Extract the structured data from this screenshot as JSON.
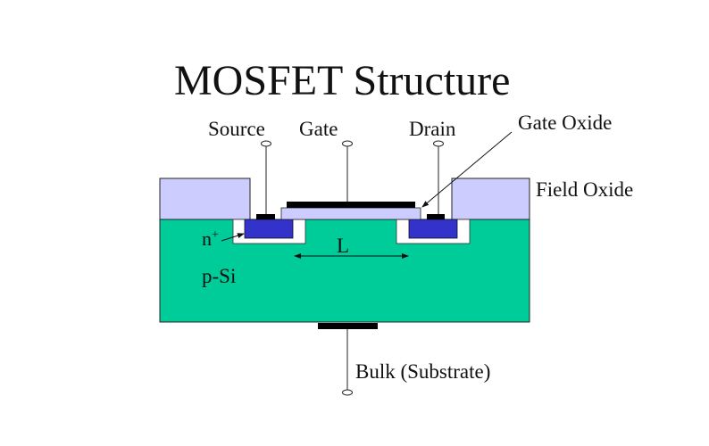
{
  "title": "MOSFET Structure",
  "labels": {
    "source": "Source",
    "gate": "Gate",
    "drain": "Drain",
    "gate_oxide": "Gate Oxide",
    "field_oxide": "Field Oxide",
    "n_plus": "n",
    "n_plus_sup": "+",
    "channel_length": "L",
    "substrate_type": "p-Si",
    "bulk": "Bulk (Substrate)"
  },
  "colors": {
    "substrate": "#00cc99",
    "n_plus": "#3333cc",
    "oxide": "#ccccff",
    "metal": "#000000",
    "well_border": "#ffffff"
  }
}
